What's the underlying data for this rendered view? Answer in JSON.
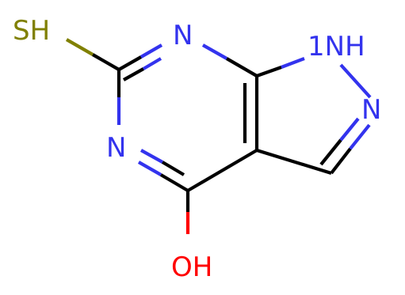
{
  "molecule": {
    "colors": {
      "bond": "#000000",
      "nitrogen": "#3333ee",
      "sulfur": "#808000",
      "oxygen": "#ff0000"
    },
    "atoms": {
      "sh": "SH",
      "n_top": "N",
      "n_left": "N",
      "nh": "NH",
      "nh_h": "1",
      "n_right": "N",
      "oh": "OH"
    }
  }
}
